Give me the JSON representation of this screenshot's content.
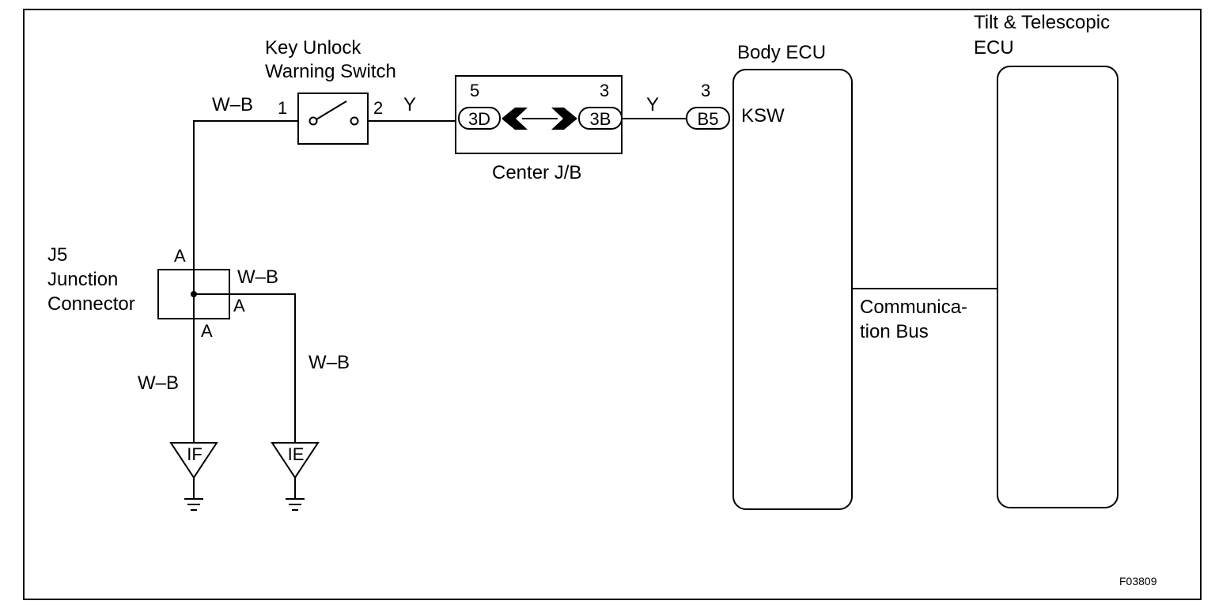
{
  "figure_id": "F03809",
  "key_unlock_switch": {
    "title_line1": "Key Unlock",
    "title_line2": "Warning Switch",
    "pin1": "1",
    "pin2": "2"
  },
  "center_jb": {
    "label": "Center J/B",
    "left_pin": "5",
    "right_pin": "3",
    "left_connector": "3D",
    "right_connector": "3B"
  },
  "body_ecu": {
    "title": "Body ECU",
    "pin": "3",
    "connector": "B5",
    "terminal": "KSW"
  },
  "tilt_ecu": {
    "title_line1": "Tilt & Telescopic",
    "title_line2": "ECU"
  },
  "bus": {
    "line1": "Communica-",
    "line2": "tion Bus"
  },
  "junction": {
    "line1": "J5",
    "line2": "Junction",
    "line3": "Connector",
    "pin_top": "A",
    "pin_right": "A",
    "pin_bottom": "A"
  },
  "wires": {
    "wb_top": "W–B",
    "y_left": "Y",
    "y_right": "Y",
    "wb_junction_right": "W–B",
    "wb_left_down": "W–B",
    "wb_right_down": "W–B"
  },
  "grounds": {
    "left": "IF",
    "right": "IE"
  }
}
